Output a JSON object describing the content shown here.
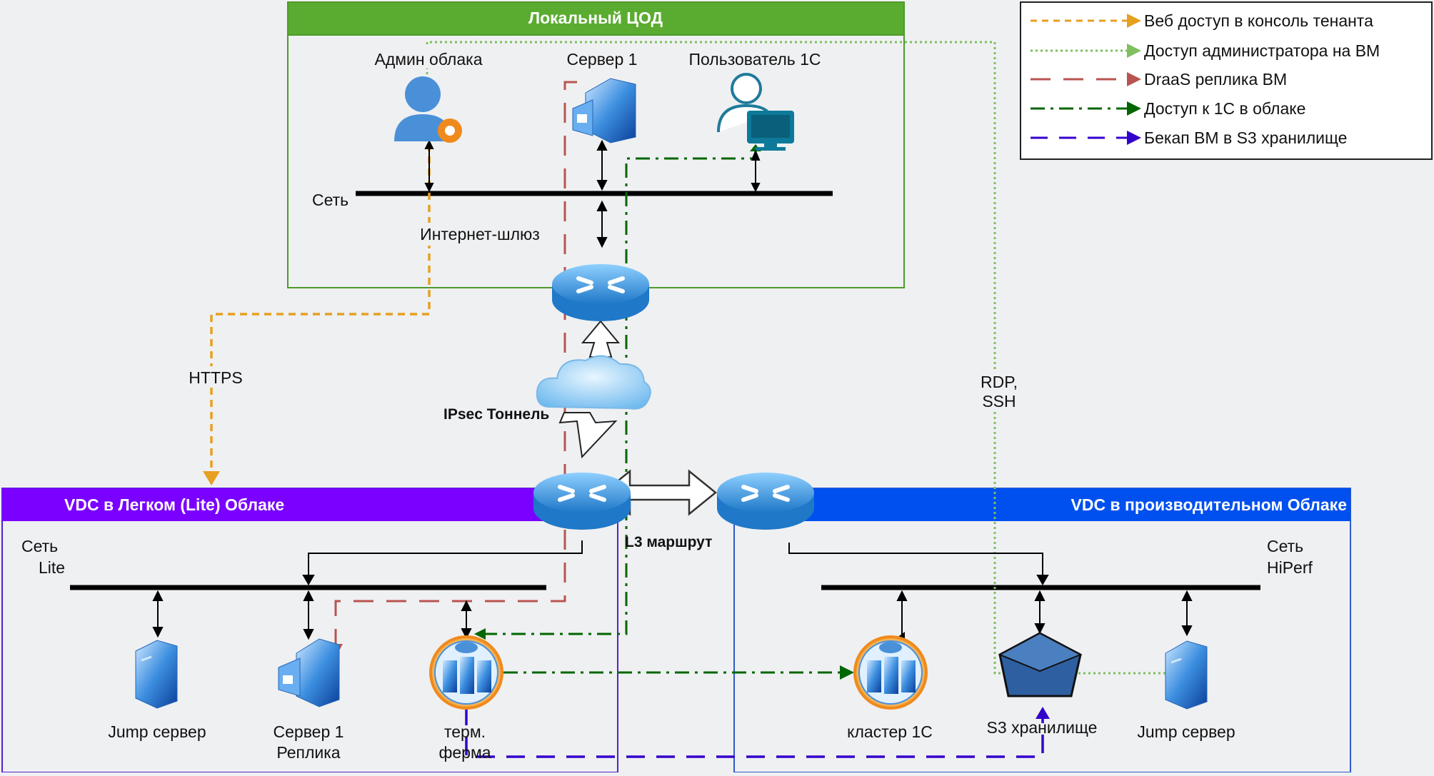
{
  "local_dc": {
    "title": "Локальный ЦОД",
    "admin": "Админ облака",
    "server1": "Сервер 1",
    "user1c": "Пользователь 1С",
    "network": "Сеть",
    "gateway": "Интернет-шлюз"
  },
  "links": {
    "https": "HTTPS",
    "ipsec": "IPsec Тоннель",
    "rdp": [
      "RDP,",
      "SSH"
    ],
    "l3": "L3 маршрут"
  },
  "lite": {
    "title": "VDC в Легком (Lite) Облаке",
    "network": [
      "Сеть",
      "Lite"
    ],
    "jump": "Jump сервер",
    "replica": [
      "Сервер 1",
      "Реплика"
    ],
    "farm": [
      "терм.",
      "ферма"
    ]
  },
  "hiperf": {
    "title": "VDC в производительном Облаке",
    "network": [
      "Сеть",
      "HiPerf"
    ],
    "cluster": "кластер 1С",
    "s3": "S3 хранилище",
    "jump": "Jump сервер"
  },
  "legend": {
    "items": [
      {
        "label": "Веб доступ в консоль тенанта",
        "color": "#e6a020"
      },
      {
        "label": "Доступ администратора на ВМ",
        "color": "#7fbf5f"
      },
      {
        "label": "DraaS реплика ВМ",
        "color": "#b85450"
      },
      {
        "label": "Доступ к 1С в облаке",
        "color": "#006600"
      },
      {
        "label": "Бекап ВМ в S3 хранилище",
        "color": "#3300cc"
      }
    ]
  },
  "colors": {
    "local_border": "#4d9a2a",
    "local_header": "#5aac30",
    "lite_header": "#7a00ff",
    "lite_border": "#5522cc",
    "hiperf_header": "#0050ef",
    "hiperf_border": "#2f5bcc"
  }
}
